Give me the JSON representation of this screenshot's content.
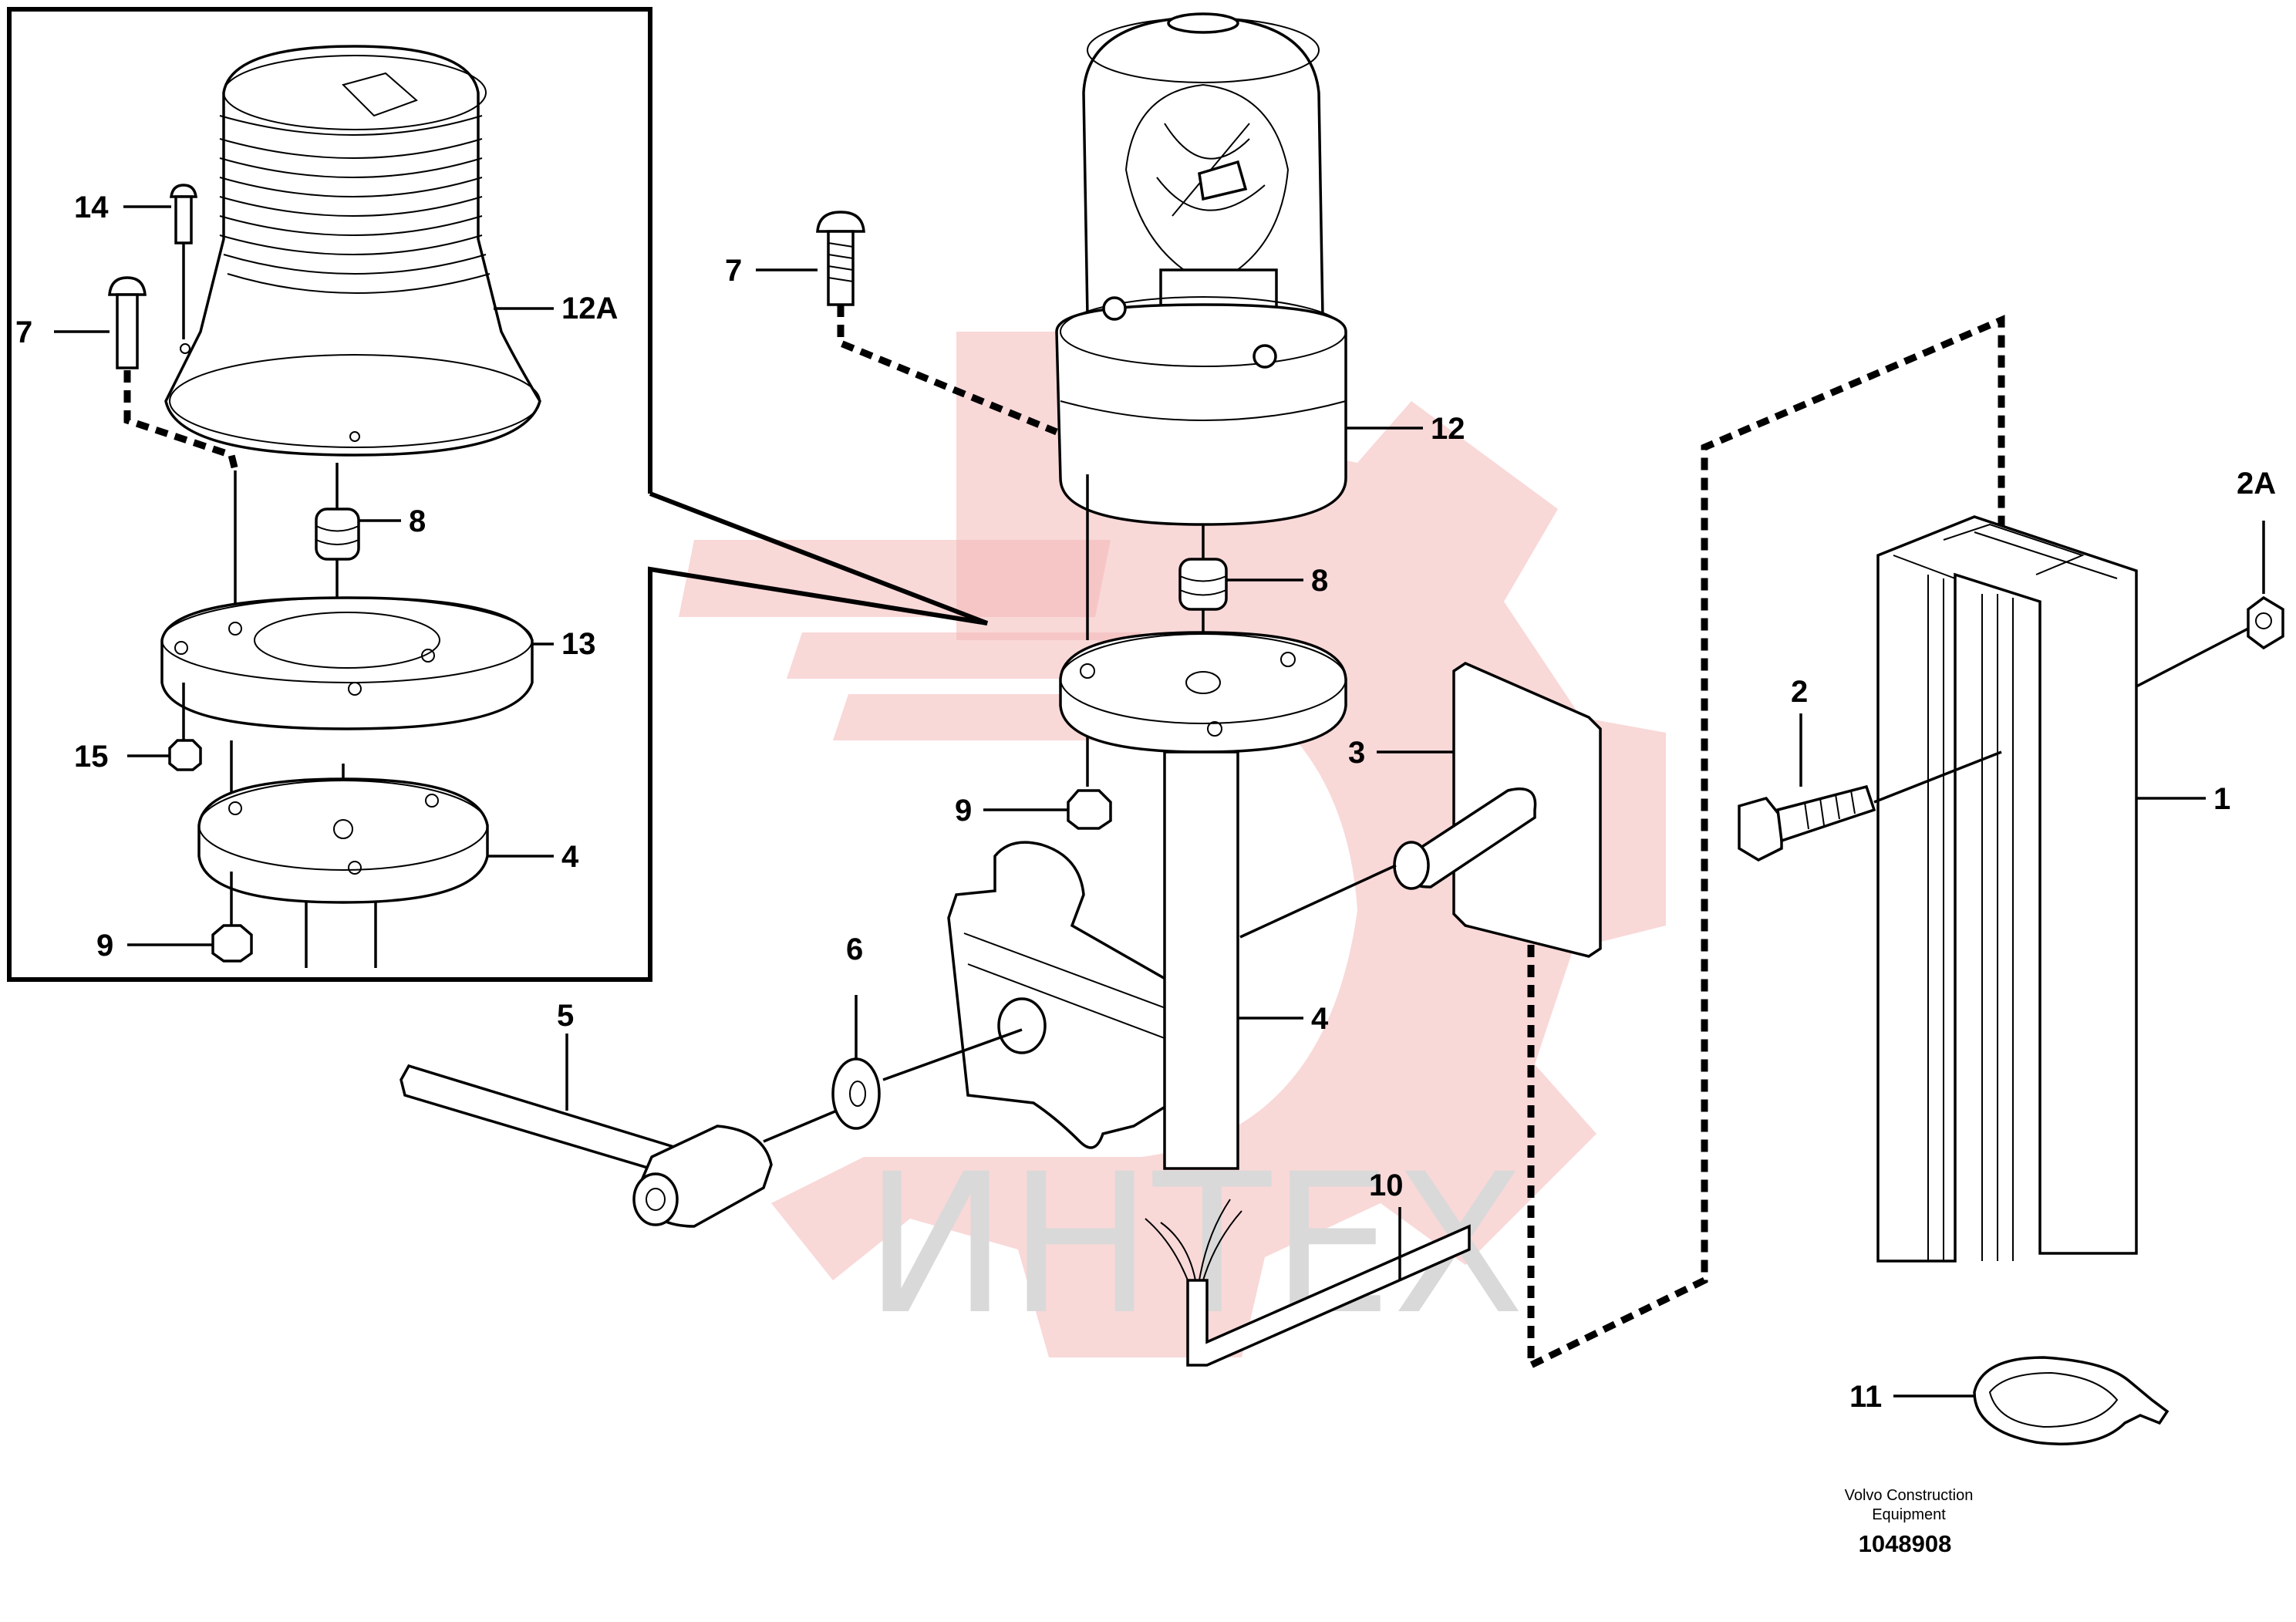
{
  "watermark": {
    "text": "ИНТЕХ",
    "color": "#f4b8b8"
  },
  "labels": {
    "l14": "14",
    "l7_inset": "7",
    "l12A": "12A",
    "l8_inset": "8",
    "l13": "13",
    "l15": "15",
    "l4_inset": "4",
    "l9_inset": "9",
    "l7": "7",
    "l12": "12",
    "l8": "8",
    "l9": "9",
    "l3": "3",
    "l6": "6",
    "l5": "5",
    "l4": "4",
    "l10": "10",
    "l2": "2",
    "l2A": "2A",
    "l1": "1",
    "l11": "11"
  },
  "footer": {
    "maker_line1": "Volvo Construction",
    "maker_line2": "Equipment",
    "doc_number": "1048908"
  }
}
